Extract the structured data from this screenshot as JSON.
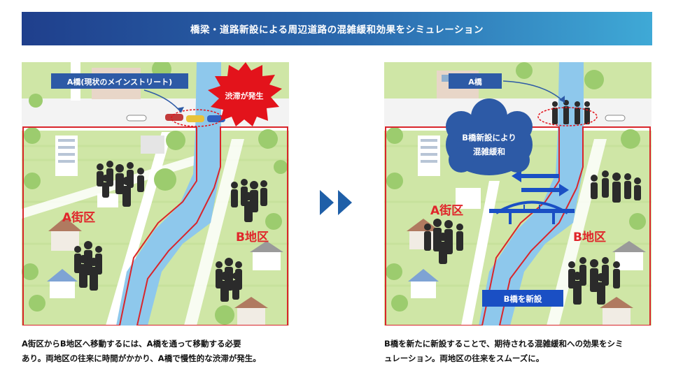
{
  "banner": {
    "title": "橋梁・道路新設による周辺道路の混雑緩和効果をシミュレーション"
  },
  "left_map": {
    "bridge_callout": "A橋(現状のメインストリート)",
    "congestion_burst": "渋滞が発生",
    "district_a": "A街区",
    "district_b": "B地区"
  },
  "right_map": {
    "bridge_callout": "A橋",
    "cloud_line1": "B橋新設により",
    "cloud_line2": "混雑緩和",
    "district_a": "A街区",
    "district_b": "B地区",
    "new_bridge_label": "B橋を新設"
  },
  "captions": {
    "left_line1": "A街区からB地区へ移動するには、A橋を通って移動する必要",
    "left_line2": "あり。両地区の往来に時間がかかり、A橋で慢性的な渋滞が発生。",
    "right_line1": "B橋を新たに新設することで、期待される混雑緩和への効果をシミ",
    "right_line2": "ュレーション。両地区の往来をスムーズに。"
  },
  "colors": {
    "banner_start": "#1f3f8c",
    "banner_end": "#3fa9d6",
    "grass": "#cfe6a6",
    "road": "#ffffff",
    "river": "#8ec8ec",
    "district_border": "#d9252b",
    "district_text": "#e0262b",
    "callout_bg": "#2d5aa6",
    "burst": "#e3131b",
    "new_bridge": "#1a4fc4",
    "arrow": "#2a5ea8"
  }
}
